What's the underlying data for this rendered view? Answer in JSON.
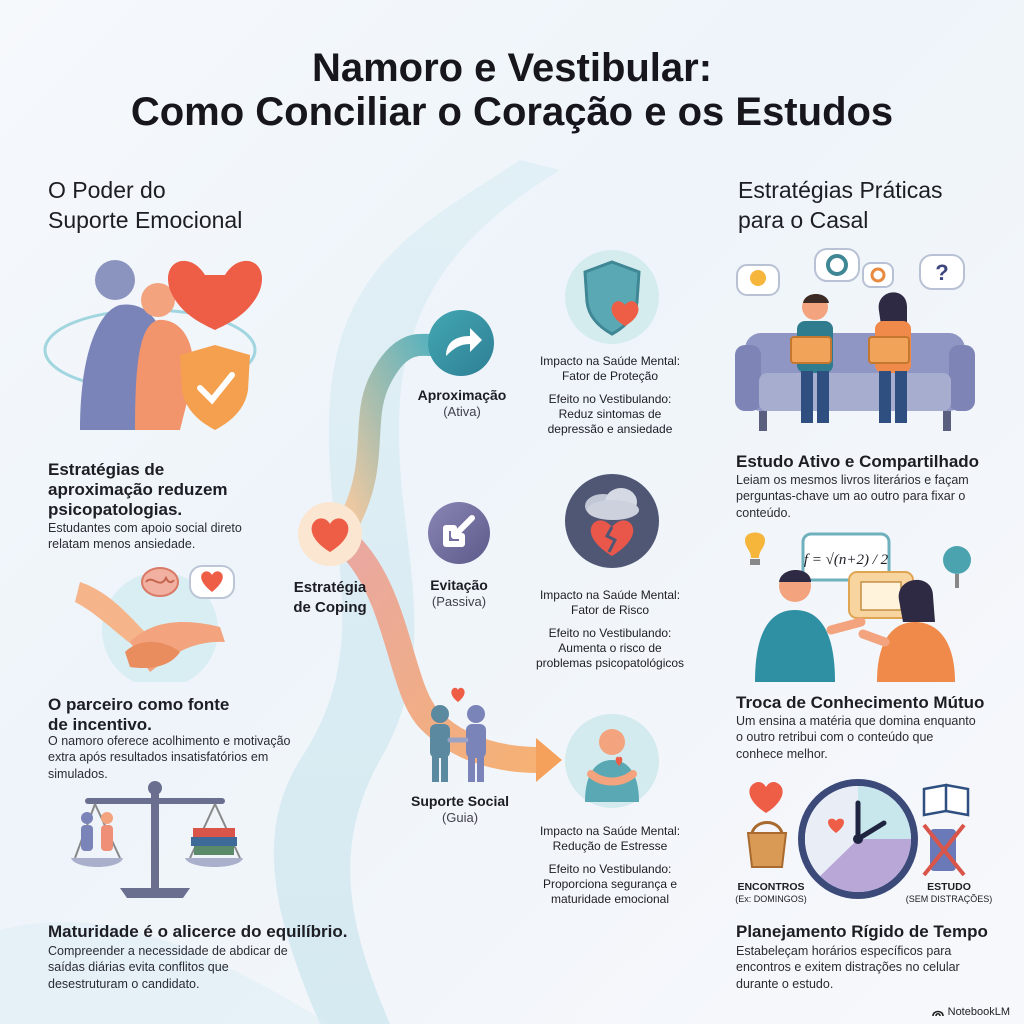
{
  "title": {
    "line1": "Namoro e Vestibular:",
    "line2": "Como Conciliar o Coração e os Estudos"
  },
  "left": {
    "heading_line1": "O Poder do",
    "heading_line2": "Suporte Emocional",
    "items": [
      {
        "head_line1": "Estratégias de",
        "head_line2": "aproximação reduzem",
        "head_line3": "psicopatologias.",
        "body_line1": "Estudantes com apoio social direto",
        "body_line2": "relatam menos ansiedade.",
        "icon": "embrace-heart-shield-icon"
      },
      {
        "head_line1": "O parceiro como fonte",
        "head_line2": "de incentivo.",
        "body_line1": "O namoro oferece acolhimento e motivação",
        "body_line2": "extra após resultados insatisfatórios em",
        "body_line3": "simulados.",
        "icon": "handshake-brain-heart-icon"
      },
      {
        "head_line1": "Maturidade é o alicerce do equilíbrio.",
        "body_line1": "Compreender a necessidade de abdicar de",
        "body_line2": "saídas diárias evita conflitos que",
        "body_line3": "desestruturam o candidato.",
        "icon": "balance-scale-couple-books-icon"
      }
    ]
  },
  "center": {
    "root_line1": "Estratégia",
    "root_line2": "de Coping",
    "branches": [
      {
        "label": "Aproximação",
        "sub": "(Ativa)",
        "icon": "arrow-forward-icon",
        "impact_title": "Impacto na Saúde Mental:",
        "impact_value": "Fator de Proteção",
        "effect_title": "Efeito no Vestibulando:",
        "effect_line1": "Reduz sintomas de",
        "effect_line2": "depressão e ansiedade",
        "result_icon": "shield-heart-icon"
      },
      {
        "label": "Evitação",
        "sub": "(Passiva)",
        "icon": "arrow-back-icon",
        "impact_title": "Impacto na Saúde Mental:",
        "impact_value": "Fator de Risco",
        "effect_title": "Efeito no Vestibulando:",
        "effect_line1": "Aumenta o risco de",
        "effect_line2": "problemas psicopatológicos",
        "result_icon": "storm-cloud-broken-heart-icon"
      },
      {
        "label": "Suporte Social",
        "sub": "(Guia)",
        "icon": "couple-holding-hands-icon",
        "impact_title": "Impacto na Saúde Mental:",
        "impact_value": "Redução de Estresse",
        "effect_title": "Efeito no Vestibulando:",
        "effect_line1": "Proporciona segurança e",
        "effect_line2": "maturidade emocional",
        "result_icon": "self-hug-person-icon"
      }
    ]
  },
  "right": {
    "heading_line1": "Estratégias Práticas",
    "heading_line2": "para o Casal",
    "items": [
      {
        "head": "Estudo Ativo e Compartilhado",
        "body_line1": "Leiam os mesmos livros literários e façam",
        "body_line2": "perguntas-chave um ao outro para fixar o",
        "body_line3": "conteúdo.",
        "icon": "couple-reading-on-sofa-icon"
      },
      {
        "head": "Troca de Conhecimento Mútuo",
        "body_line1": "Um ensina a matéria que domina enquanto",
        "body_line2": "o outro retribui com o conteúdo que",
        "body_line3": "conhece melhor.",
        "icon": "couple-exchanging-knowledge-icon",
        "formula": "f = √(n+2) / 2"
      },
      {
        "head": "Planejamento Rígido de Tempo",
        "body_line1": "Estabeleçam horários específicos para",
        "body_line2": "encontros e exitem distrações no celular",
        "body_line3": "durante o estudo.",
        "icon": "clock-schedule-icon",
        "clock_left_label": "ENCONTROS",
        "clock_left_sub": "(Ex: DOMINGOS)",
        "clock_right_label": "ESTUDO",
        "clock_right_sub": "(SEM DISTRAÇÕES)"
      }
    ]
  },
  "brand": "NotebookLM",
  "colors": {
    "teal": "#3a9aa6",
    "orange": "#f08a4b",
    "red_heart": "#e5533d",
    "purple": "#6b68a8",
    "slate": "#7b84b8"
  }
}
